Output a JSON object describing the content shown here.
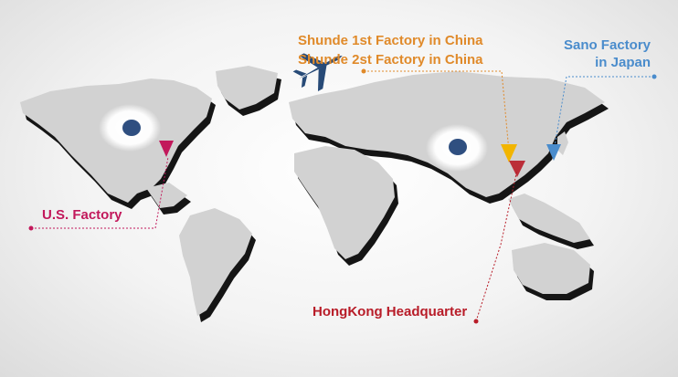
{
  "labels": {
    "shunde_line1": "Shunde 1st Factory in China",
    "shunde_line2": "Shunde 2st Factory in China",
    "sano_line1": "Sano Factory",
    "sano_line2": "in Japan",
    "us": "U.S. Factory",
    "hk": "HongKong Headquarter"
  },
  "colors": {
    "shunde": "#e08a2a",
    "sano": "#4a8ccc",
    "us": "#c2185b",
    "hk": "#b81c28",
    "land": "#d2d2d2",
    "land_shadow": "#151515",
    "plane": "#274a77"
  },
  "icons": {
    "plane": "airplane-icon",
    "pin": "location-circle-icon",
    "marker": "arrow-marker-icon"
  }
}
